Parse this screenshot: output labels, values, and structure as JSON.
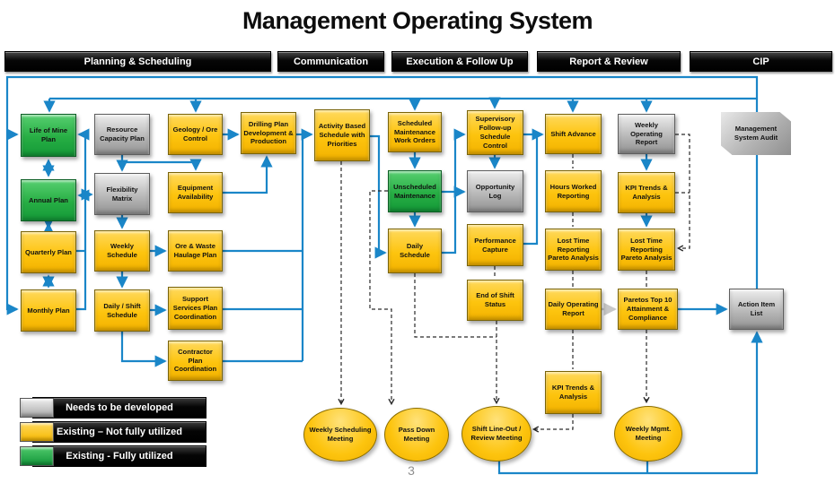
{
  "title": "Management Operating System",
  "page_number": "3",
  "lanes": [
    {
      "label": "Planning & Scheduling"
    },
    {
      "label": "Communication"
    },
    {
      "label": "Execution & Follow Up"
    },
    {
      "label": "Report & Review"
    },
    {
      "label": "CIP"
    }
  ],
  "legend": [
    {
      "label": "Needs to be developed",
      "status": "needs_development",
      "color": "#b9b9b9"
    },
    {
      "label": "Existing – Not fully utilized",
      "status": "existing_not_fully_utilized",
      "color": "#fdc40e"
    },
    {
      "label": "Existing  - Fully utilized",
      "status": "existing_fully_utilized",
      "color": "#27ae44"
    }
  ],
  "colors": {
    "connector_blue": "#1a86c8",
    "connector_dashed": "#2a2a2a",
    "connector_gray": "#c8c8c8",
    "lane_bar": "#000000",
    "yellow_box": "#fdc40e",
    "green_box": "#27ae44",
    "gray_box": "#b9b9b9"
  },
  "nodes": [
    {
      "label": "Life of Mine Plan",
      "status": "existing_fully_utilized"
    },
    {
      "label": "Annual Plan",
      "status": "existing_fully_utilized"
    },
    {
      "label": "Quarterly Plan",
      "status": "existing_not_fully_utilized"
    },
    {
      "label": "Monthly Plan",
      "status": "existing_not_fully_utilized"
    },
    {
      "label": "Resource Capacity Plan",
      "status": "needs_development"
    },
    {
      "label": "Flexibility Matrix",
      "status": "needs_development"
    },
    {
      "label": "Weekly Schedule",
      "status": "existing_not_fully_utilized"
    },
    {
      "label": "Daily / Shift Schedule",
      "status": "existing_not_fully_utilized"
    },
    {
      "label": "Geology / Ore Control",
      "status": "existing_not_fully_utilized"
    },
    {
      "label": "Equipment Availability",
      "status": "existing_not_fully_utilized"
    },
    {
      "label": "Ore & Waste Haulage Plan",
      "status": "existing_not_fully_utilized"
    },
    {
      "label": "Support Services Plan Coordination",
      "status": "existing_not_fully_utilized"
    },
    {
      "label": "Contractor Plan Coordination",
      "status": "existing_not_fully_utilized"
    },
    {
      "label": "Drilling Plan Development & Production",
      "status": "existing_not_fully_utilized"
    },
    {
      "label": "Activity Based Schedule with Priorities",
      "status": "existing_not_fully_utilized"
    },
    {
      "label": "Scheduled Maintenance Work Orders",
      "status": "existing_not_fully_utilized"
    },
    {
      "label": "Unscheduled Maintenance",
      "status": "existing_fully_utilized"
    },
    {
      "label": "Daily Schedule",
      "status": "existing_not_fully_utilized"
    },
    {
      "label": "Supervisory Follow-up Schedule Control",
      "status": "existing_not_fully_utilized"
    },
    {
      "label": "Opportunity Log",
      "status": "needs_development"
    },
    {
      "label": "Performance Capture",
      "status": "existing_not_fully_utilized"
    },
    {
      "label": "End of Shift Status",
      "status": "existing_not_fully_utilized"
    },
    {
      "label": "Shift Advance",
      "status": "existing_not_fully_utilized"
    },
    {
      "label": "Hours Worked Reporting",
      "status": "existing_not_fully_utilized"
    },
    {
      "label": "Lost Time Reporting Pareto Analysis",
      "status": "existing_not_fully_utilized"
    },
    {
      "label": "Daily Operating Report",
      "status": "existing_not_fully_utilized"
    },
    {
      "label": "KPI Trends & Analysis",
      "status": "existing_not_fully_utilized"
    },
    {
      "label": "Weekly Operating Report",
      "status": "needs_development"
    },
    {
      "label": "KPI Trends & Analysis",
      "status": "existing_not_fully_utilized"
    },
    {
      "label": "Lost Time Reporting Pareto Analysis",
      "status": "existing_not_fully_utilized"
    },
    {
      "label": "Paretos Top 10 Attainment & Compliance",
      "status": "existing_not_fully_utilized"
    },
    {
      "label": "Management System Audit",
      "status": "needs_development"
    },
    {
      "label": "Action Item List",
      "status": "needs_development"
    }
  ],
  "meetings": [
    {
      "label": "Weekly Scheduling Meeting"
    },
    {
      "label": "Pass Down Meeting"
    },
    {
      "label": "Shift Line-Out / Review Meeting"
    },
    {
      "label": "Weekly Mgmt. Meeting"
    }
  ]
}
